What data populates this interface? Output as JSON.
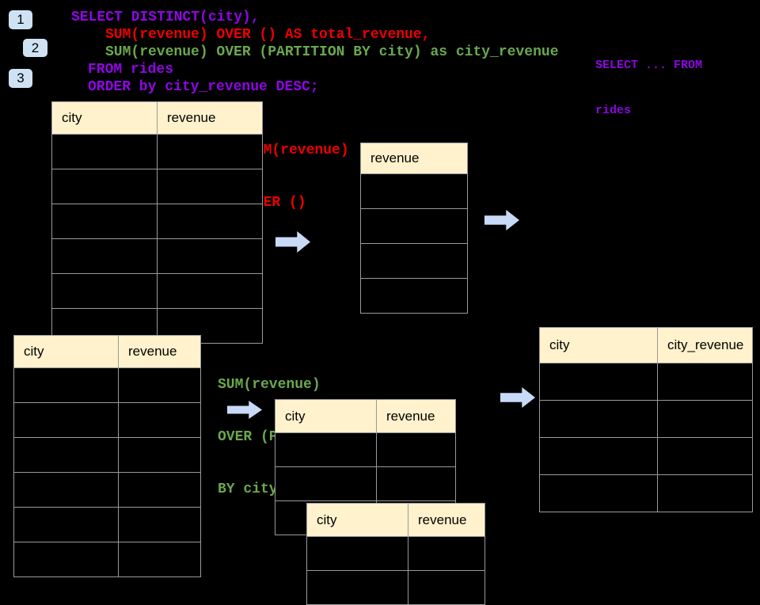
{
  "colors": {
    "background": "#000000",
    "purple": "#8F06E4",
    "red": "#ED0000",
    "green": "#6AA84F",
    "table_header_bg": "#FFF2CC",
    "table_border": "#9A9A9A",
    "arrow_blue": "#C9DAF8",
    "badge_blue": "#CFE2F3"
  },
  "badges": [
    "1",
    "2",
    "3"
  ],
  "sql": {
    "line1": "SELECT DISTINCT(city),",
    "line2": "SUM(revenue) OVER () AS total_revenue,",
    "line3": "SUM(revenue) OVER (PARTITION BY city) as city_revenue",
    "line4": "FROM rides",
    "line5": "ORDER by city_revenue DESC;"
  },
  "side_note": {
    "line1": "SELECT ... FROM",
    "line2": "rides"
  },
  "labels": {
    "total": {
      "line1": "SUM(revenue)",
      "line2": "OVER ()"
    },
    "partition": {
      "line1": "SUM(revenue)",
      "line2": "OVER (PARTITION",
      "line3": "BY city)"
    }
  },
  "tables": {
    "source_top": {
      "col1": "city",
      "col2": "revenue",
      "body_rows": 6
    },
    "total_result": {
      "col1": "revenue",
      "body_rows": 4
    },
    "source_bottom": {
      "col1": "city",
      "col2": "revenue",
      "body_rows": 6
    },
    "partition_base": {
      "col1": "city",
      "col2": "revenue",
      "body_rows": 3
    },
    "partition_overlay": {
      "col1": "city",
      "col2": "revenue",
      "body_rows": 2
    },
    "partition_result": {
      "col1": "city",
      "col2": "city_revenue",
      "body_rows": 4
    }
  }
}
